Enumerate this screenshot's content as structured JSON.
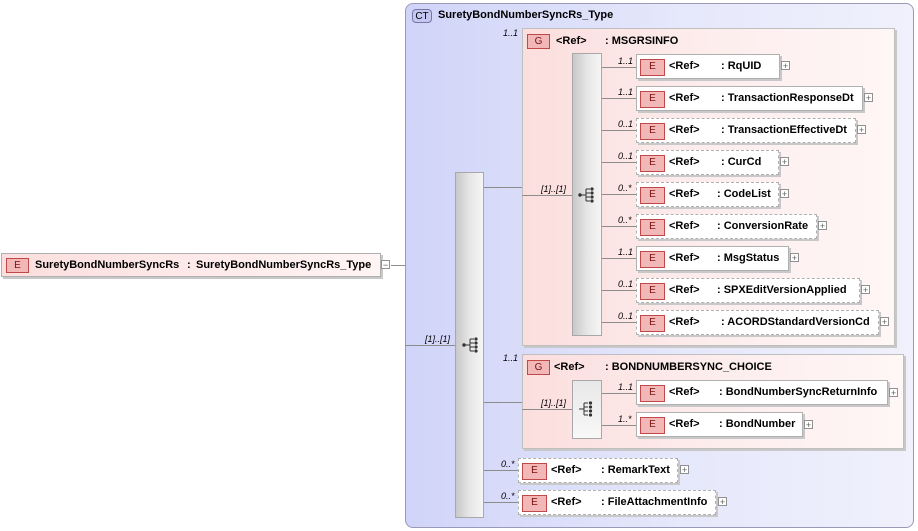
{
  "complex_type": {
    "badge": "CT",
    "name": "SuretyBondNumberSyncRs_Type"
  },
  "root": {
    "badge": "E",
    "name": "SuretyBondNumberSyncRs",
    "separator": ":",
    "type": "SuretyBondNumberSyncRs_Type"
  },
  "outer_sequence": {
    "cardinality": "[1]..[1]"
  },
  "msgrsinfo": {
    "badge": "G",
    "ref": "<Ref>",
    "name": ": MSGRSINFO",
    "cardinality": "1..1",
    "sequence_cardinality": "[1]..[1]",
    "elements": [
      {
        "badge": "E",
        "ref": "<Ref>",
        "name": ": RqUID",
        "cardinality": "1..1",
        "optional": false
      },
      {
        "badge": "E",
        "ref": "<Ref>",
        "name": ": TransactionResponseDt",
        "cardinality": "1..1",
        "optional": false
      },
      {
        "badge": "E",
        "ref": "<Ref>",
        "name": ": TransactionEffectiveDt",
        "cardinality": "0..1",
        "optional": true
      },
      {
        "badge": "E",
        "ref": "<Ref>",
        "name": ": CurCd",
        "cardinality": "0..1",
        "optional": true
      },
      {
        "badge": "E",
        "ref": "<Ref>",
        "name": ": CodeList",
        "cardinality": "0..*",
        "optional": true
      },
      {
        "badge": "E",
        "ref": "<Ref>",
        "name": ": ConversionRate",
        "cardinality": "0..*",
        "optional": true
      },
      {
        "badge": "E",
        "ref": "<Ref>",
        "name": ": MsgStatus",
        "cardinality": "1..1",
        "optional": false
      },
      {
        "badge": "E",
        "ref": "<Ref>",
        "name": ": SPXEditVersionApplied",
        "cardinality": "0..1",
        "optional": true
      },
      {
        "badge": "E",
        "ref": "<Ref>",
        "name": ": ACORDStandardVersionCd",
        "cardinality": "0..1",
        "optional": true
      }
    ]
  },
  "bond_choice": {
    "badge": "G",
    "ref": "<Ref>",
    "name": ": BONDNUMBERSYNC_CHOICE",
    "cardinality": "1..1",
    "choice_cardinality": "[1]..[1]",
    "elements": [
      {
        "badge": "E",
        "ref": "<Ref>",
        "name": ": BondNumberSyncReturnInfo",
        "cardinality": "1..1",
        "optional": false
      },
      {
        "badge": "E",
        "ref": "<Ref>",
        "name": ": BondNumber",
        "cardinality": "1..*",
        "optional": false
      }
    ]
  },
  "tail_elements": [
    {
      "badge": "E",
      "ref": "<Ref>",
      "name": ": RemarkText",
      "cardinality": "0..*",
      "optional": true
    },
    {
      "badge": "E",
      "ref": "<Ref>",
      "name": ": FileAttachmentInfo",
      "cardinality": "0..*",
      "optional": true
    }
  ],
  "expand_glyph": "+",
  "collapse_glyph": "−"
}
